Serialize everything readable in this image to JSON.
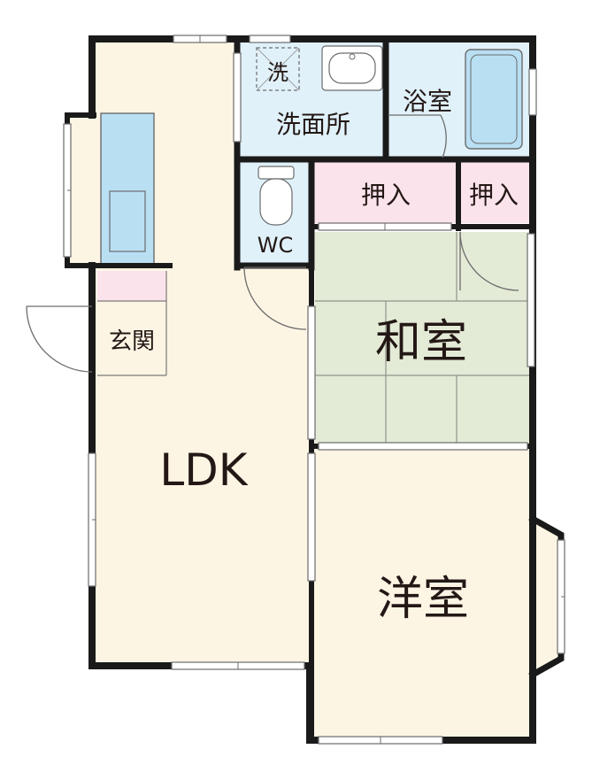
{
  "rooms": {
    "ldk": "LDK",
    "western": "洋室",
    "japanese": "和室",
    "entrance": "玄関",
    "washroom": "洗面所",
    "washer": "洗",
    "bath": "浴室",
    "toilet": "WC",
    "closet_left": "押入",
    "closet_right": "押入"
  },
  "colors": {
    "wall": "#1a1a1a",
    "wood_floor": "#fdf5e4",
    "tatami": "#e3ead6",
    "wet_area": "#e0f1fa",
    "closet": "#fbe3ec",
    "fixture": "#b9dff3"
  }
}
